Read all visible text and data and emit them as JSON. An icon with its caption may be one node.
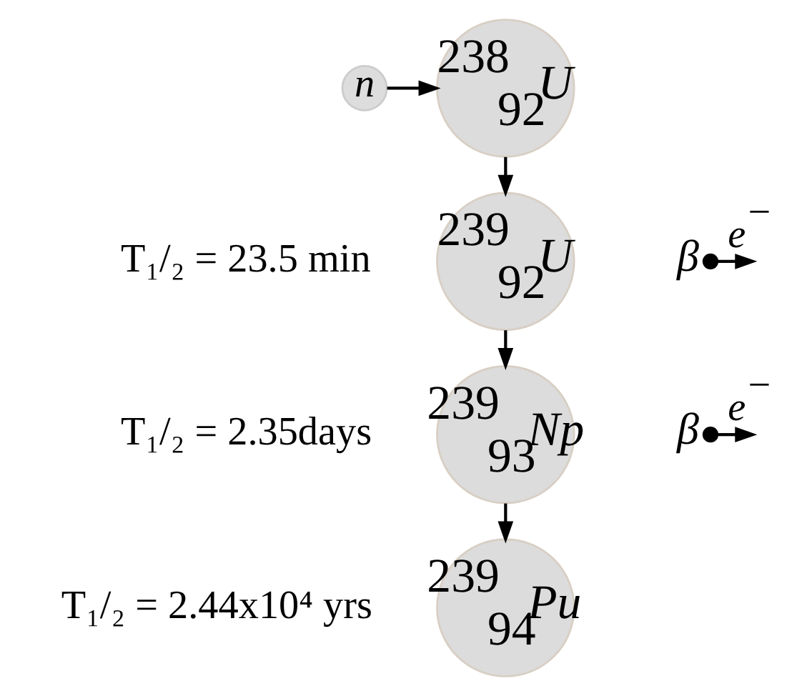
{
  "diagram": {
    "nodes": [
      {
        "text": [
          "*n*"
        ]
      },
      {
        "text": [
          "$^{238}$$_{92}$*U*"
        ]
      },
      {
        "text": [
          "$^{239}$$_{92}$*U*"
        ],
        "beside": [
          "T₁/₂ = 23.5 min"
        ]
      },
      {
        "text": [
          "$^{239}$$_{93}$*Np*"
        ],
        "beside": [
          "T₁/₂ = 2.35days"
        ]
      },
      {
        "text": [
          "$^{239}$$_{94}$*Pu*"
        ],
        "beside": [
          "T₁/₂ = 2.44x10⁴ yrs"
        ]
      },
      {
        "text": [
          "*β*"
        ]
      },
      {
        "text": [
          "*β*"
        ]
      }
    ],
    "edges": [
      {
        "from": 0,
        "to": 1,
        "arrow": "to"
      },
      {
        "from": 1,
        "to": 2,
        "arrow": "to"
      },
      {
        "from": 2,
        "to": 3,
        "arrow": "to"
      },
      {
        "from": 3,
        "to": 4,
        "arrow": "to"
      },
      {
        "from": 5,
        "to": null,
        "arrow": "to",
        "label": "*e*$^{−}$"
      },
      {
        "from": 6,
        "to": null,
        "arrow": "to",
        "label": "*e*$^{−}$"
      }
    ]
  }
}
